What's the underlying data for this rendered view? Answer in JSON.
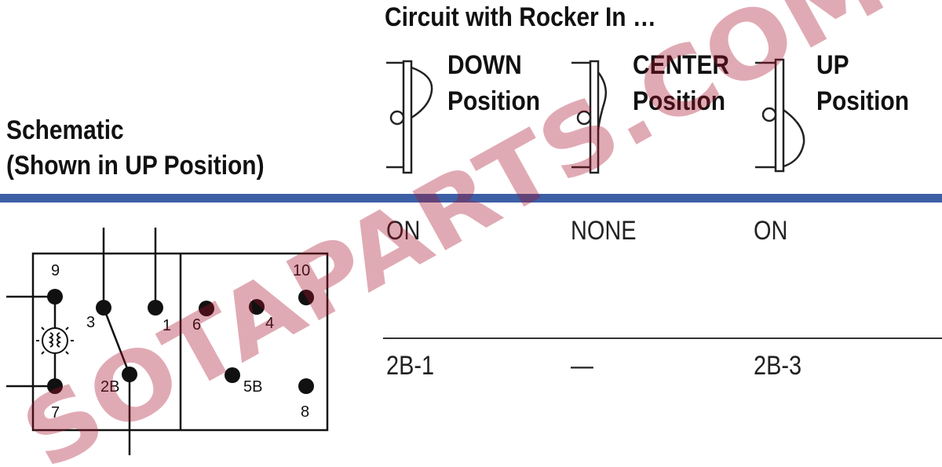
{
  "header": {
    "circuit_title": "Circuit with Rocker In …",
    "schematic_line1": "Schematic",
    "schematic_line2": "(Shown in UP Position)",
    "down_line1": "DOWN",
    "down_line2": "Position",
    "center_line1": "CENTER",
    "center_line2": "Position",
    "up_line1": "UP",
    "up_line2": "Position"
  },
  "rows": [
    {
      "down": "ON",
      "center": "NONE",
      "up": "ON"
    },
    {
      "down": "2B-1",
      "center": "—",
      "up": "2B-3"
    }
  ],
  "schematic": {
    "terminals": [
      "9",
      "10",
      "3",
      "1",
      "6",
      "4",
      "2B",
      "5B",
      "7",
      "8"
    ]
  },
  "watermark": "SOTAPARTS.COM",
  "colors": {
    "rule": "#3d5fa6",
    "watermark": "#a8102a"
  }
}
